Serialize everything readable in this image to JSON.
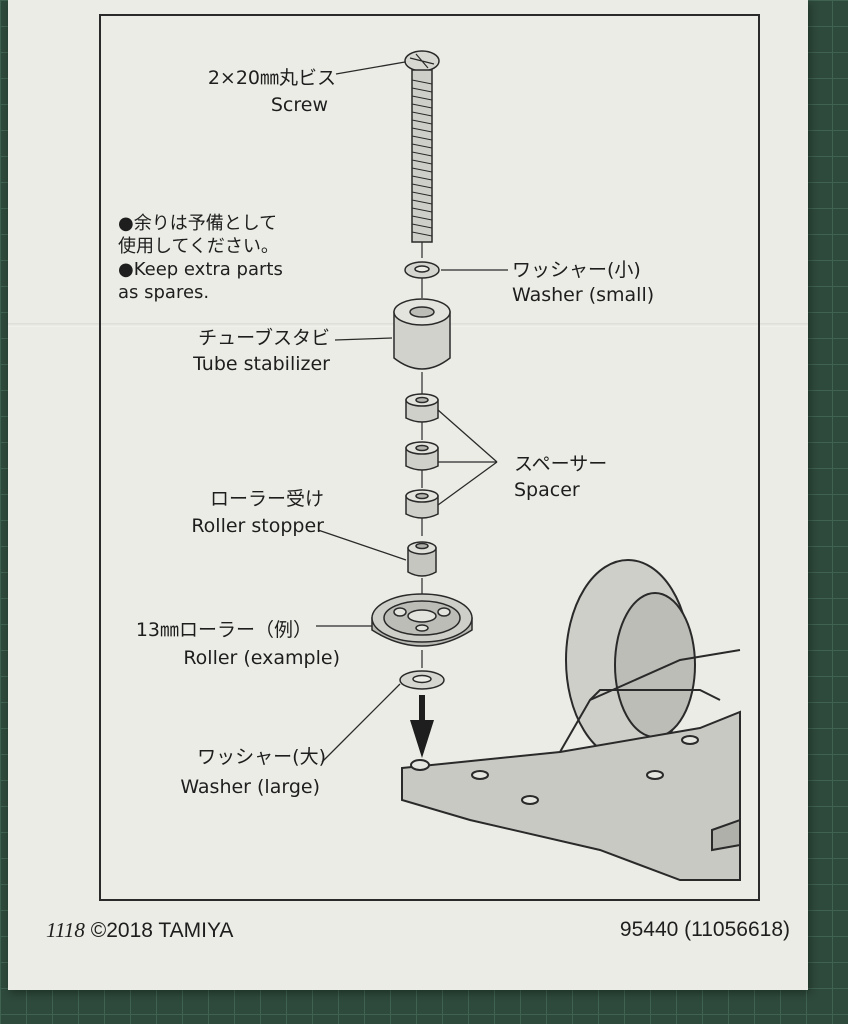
{
  "labels": {
    "screw_jp": "2×20㎜丸ビス",
    "screw_en": "Screw",
    "washer_small_jp": "ワッシャー(小)",
    "washer_small_en": "Washer (small)",
    "tube_jp": "チューブスタビ",
    "tube_en": "Tube stabilizer",
    "spacer_jp": "スペーサー",
    "spacer_en": "Spacer",
    "roller_stopper_jp": "ローラー受け",
    "roller_stopper_en": "Roller stopper",
    "roller_jp": "13㎜ローラー（例）",
    "roller_en": "Roller (example)",
    "washer_large_jp": "ワッシャー(大)",
    "washer_large_en": "Washer (large)"
  },
  "note": {
    "jp_line1": "●余りは予備として",
    "jp_line2": "使用してください。",
    "en_line1": "●Keep extra parts",
    "en_line2": "as spares."
  },
  "footer": {
    "code": "1118",
    "copyright": "©2018 TAMIYA",
    "part_number": "95440 (11056618)"
  }
}
